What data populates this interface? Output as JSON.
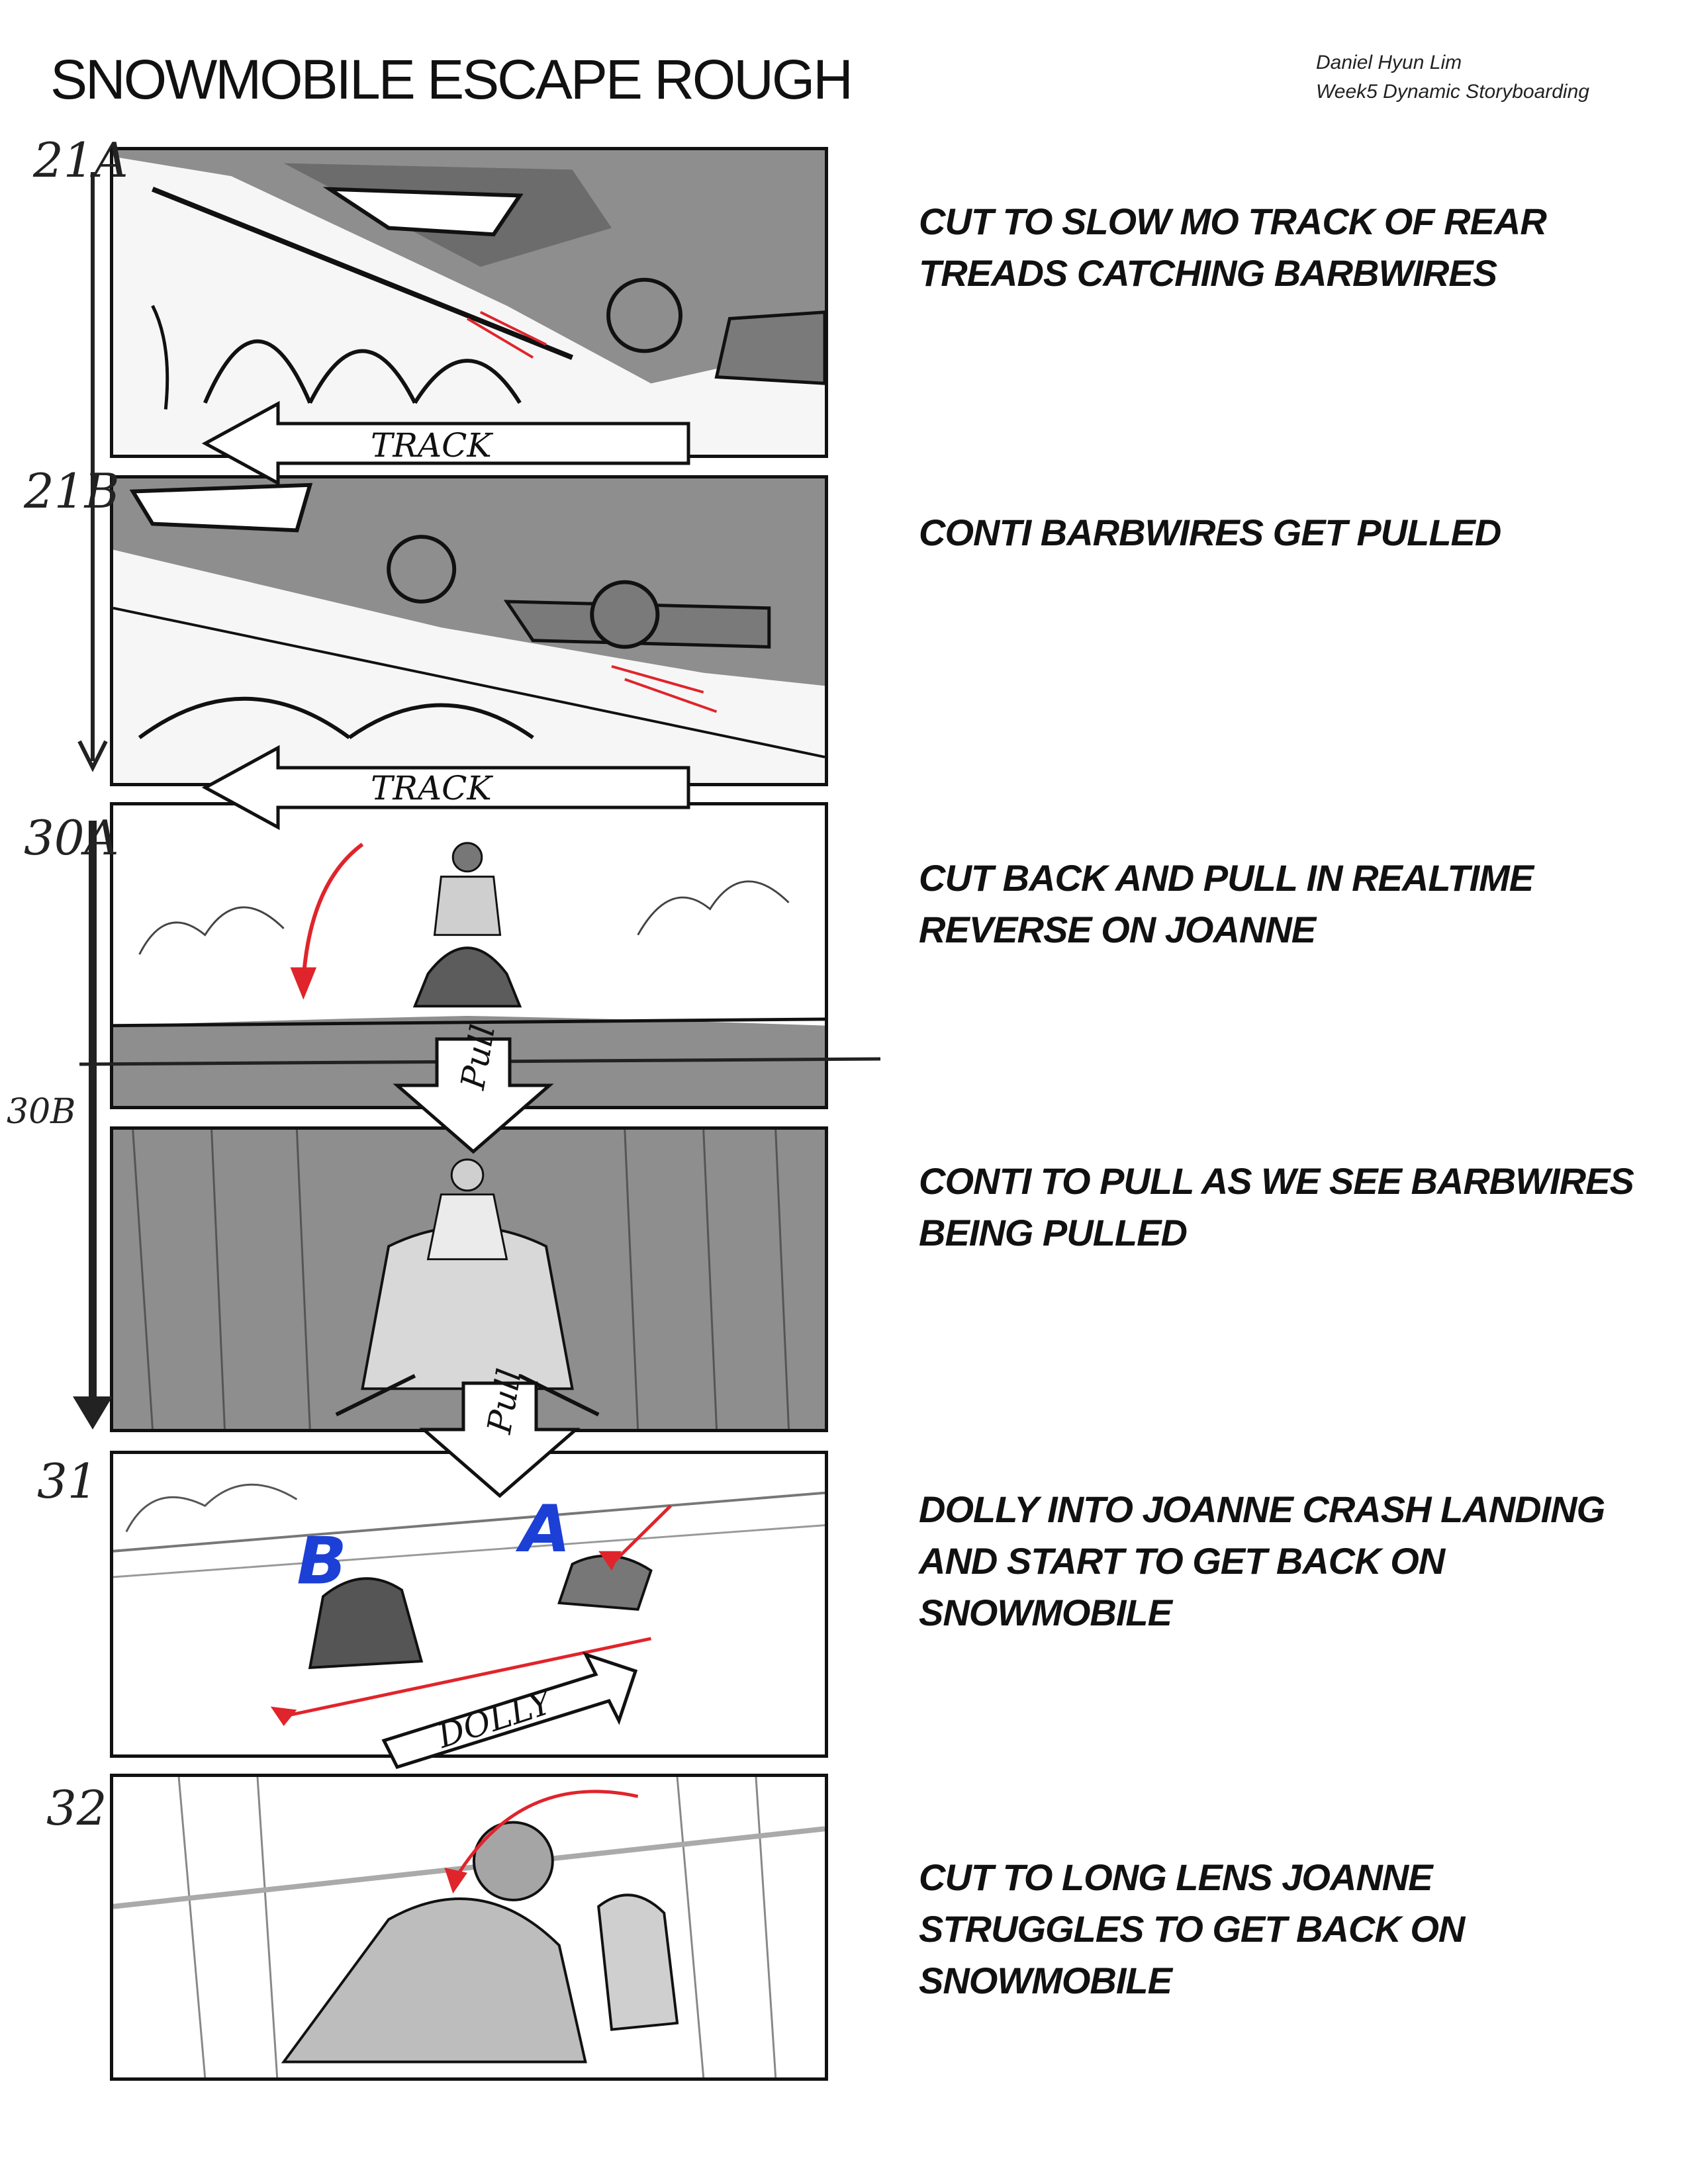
{
  "title": "SNOWMOBILE ESCAPE  ROUGH",
  "author": "Daniel Hyun Lim",
  "course": "Week5 Dynamic Storyboarding",
  "panels": [
    {
      "number": "21A",
      "caption": "CUT TO SLOW MO TRACK OF REAR TREADS CATCHING BARBWIRES"
    },
    {
      "number": "21B",
      "caption": "CONTI BARBWIRES GET PULLED"
    },
    {
      "number": "30A",
      "caption": "CUT BACK AND PULL IN REALTIME REVERSE ON JOANNE"
    },
    {
      "number": "30B",
      "caption": "CONTI TO PULL AS WE SEE BARBWIRES BEING PULLED"
    },
    {
      "number": "31",
      "caption": "DOLLY INTO JOANNE CRASH LANDING AND START TO GET BACK ON SNOWMOBILE"
    },
    {
      "number": "32",
      "caption": "CUT TO  LONG LENS JOANNE STRUGGLES TO GET BACK ON SNOWMOBILE"
    }
  ],
  "camera_moves": {
    "track": "TRACK",
    "pull": "Pull",
    "dolly": "DOLLY",
    "mark_a": "A",
    "mark_b": "B"
  },
  "colors": {
    "ink": "#111111",
    "red": "#e0242b",
    "blue": "#1c3fd6",
    "gray": "#8a8a8a"
  }
}
